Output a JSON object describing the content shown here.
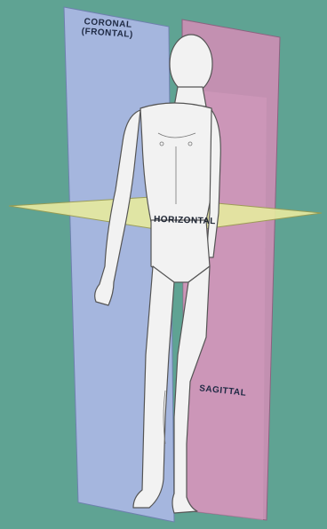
{
  "labels": {
    "coronal_line1": "CORONAL",
    "coronal_line2": "(FRONTAL)",
    "horizontal": "HORIZONTAL",
    "sagittal": "SAGITTAL"
  },
  "colors": {
    "background": "#5fa393",
    "coronal_plane": "#a9b8e3",
    "sagittal_plane": "#c98fb3",
    "horizontal_plane": "#e6e9a0",
    "figure": "#f2f2f2",
    "outline": "#555555"
  }
}
